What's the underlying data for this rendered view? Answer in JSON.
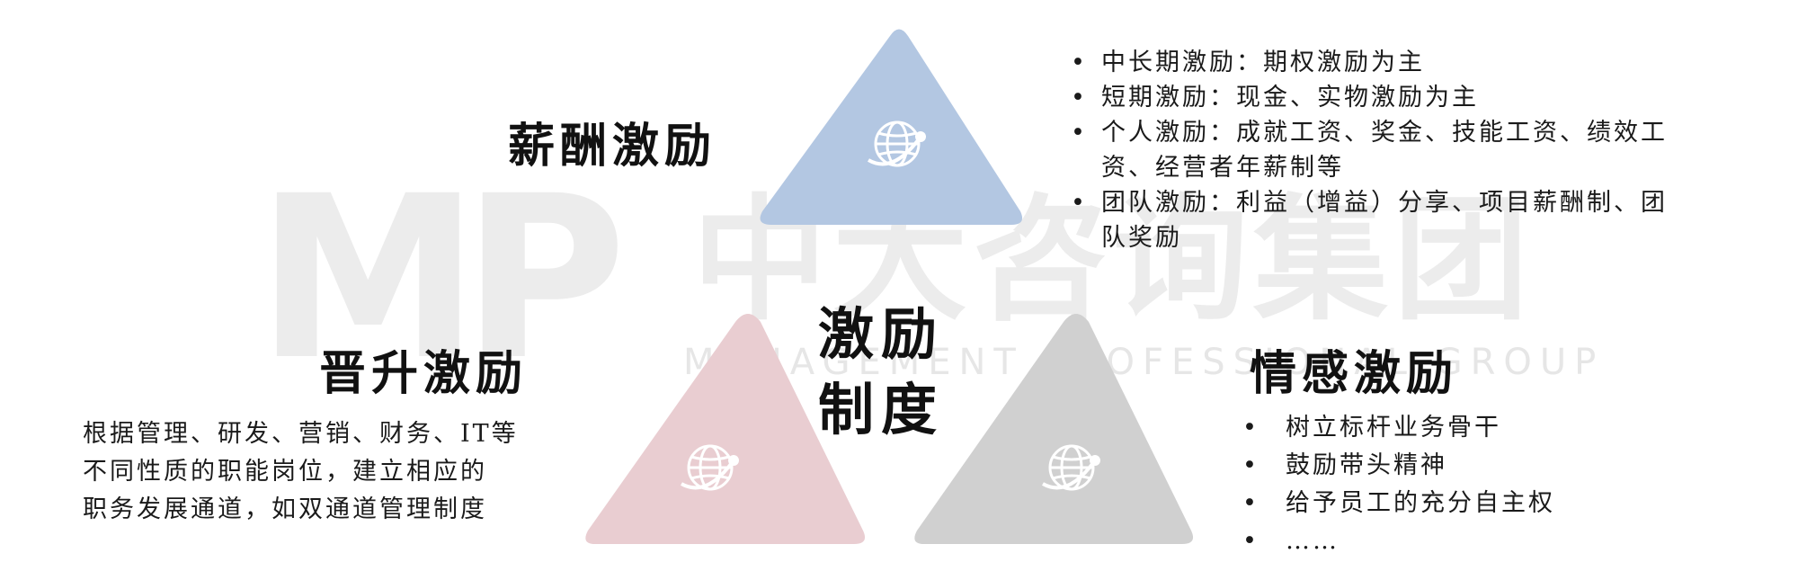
{
  "watermark": {
    "logo": "MP",
    "name": "中大咨询集团",
    "tagline": "MANAGEMENT PROFESSIONAL GROUP"
  },
  "center_title": {
    "line1": "激励",
    "line2": "制度"
  },
  "salary": {
    "heading": "薪酬激励",
    "color": "#b3c7e2",
    "icon": "globe-icon",
    "items": [
      "中长期激励：期权激励为主",
      "短期激励：现金、实物激励为主",
      "个人激励：成就工资、奖金、技能工资、绩效工资、经营者年薪制等",
      "团队激励：利益（增益）分享、项目薪酬制、团队奖励"
    ]
  },
  "promotion": {
    "heading": "晋升激励",
    "color": "#e9cdd1",
    "icon": "globe-icon",
    "description_lines": [
      "根据管理、研发、营销、财务、IT等",
      "不同性质的职能岗位，建立相应的",
      "职务发展通道，如双通道管理制度"
    ]
  },
  "emotion": {
    "heading": "情感激励",
    "color": "#d0d0d0",
    "icon": "globe-icon",
    "items": [
      "树立标杆业务骨干",
      "鼓励带头精神",
      "给予员工的充分自主权",
      "……"
    ]
  },
  "bullet_symbol": "•"
}
